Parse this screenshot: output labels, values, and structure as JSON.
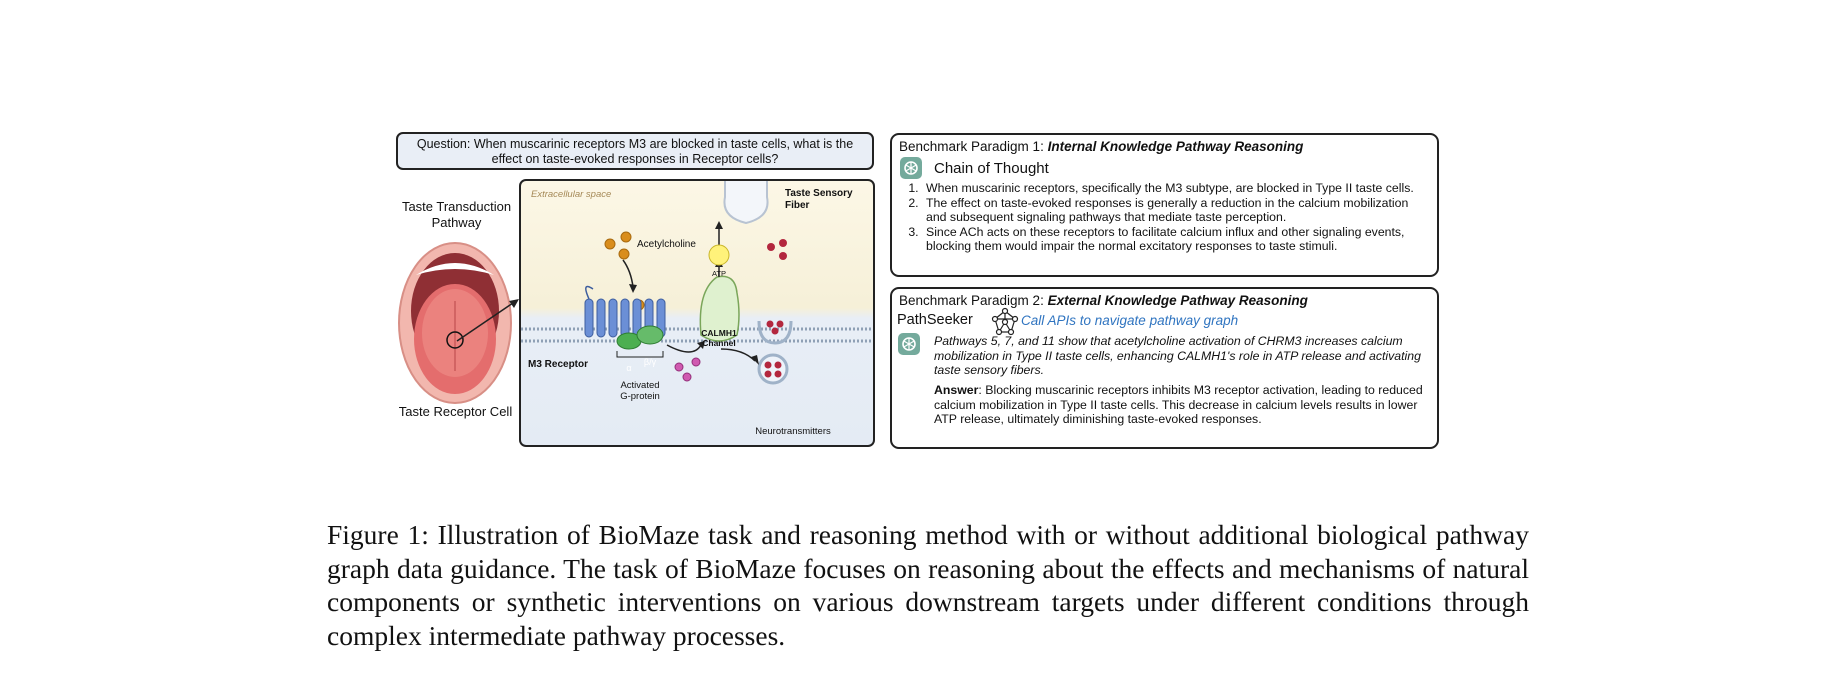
{
  "question": "Question: When muscarinic receptors M3 are blocked in taste cells, what is the effect on taste-evoked responses in Receptor cells?",
  "left_labels": {
    "pathway": "Taste Transduction Pathway",
    "cell": "Taste Receptor Cell"
  },
  "illustration": {
    "extracellular": "Extracellular space",
    "acetylcholine": "Acetylcholine",
    "fiber": "Taste Sensory Fiber",
    "atp": "ATP",
    "channel": "CALMH1 Channel",
    "receptor": "M3 Receptor",
    "alpha": "α",
    "beta": "β/γ",
    "gprotein": "Activated G-protein",
    "neuro": "Neurotransmitters"
  },
  "paradigm1": {
    "prefix": "Benchmark Paradigm 1: ",
    "title": "Internal Knowledge Pathway Reasoning",
    "cot": "Chain of Thought",
    "steps": [
      "When muscarinic receptors, specifically the M3 subtype, are blocked in Type II taste cells.",
      "The effect on taste-evoked responses is generally a reduction in the calcium mobilization and subsequent signaling pathways that mediate taste perception.",
      "Since ACh acts on these receptors to facilitate calcium influx and other signaling events, blocking them would impair the normal excitatory responses to taste stimuli."
    ]
  },
  "paradigm2": {
    "prefix": "Benchmark Paradigm 2: ",
    "title": "External Knowledge Pathway Reasoning",
    "pathseeker": "PathSeeker",
    "call": "Call APIs to navigate pathway graph",
    "reasoning": "Pathways 5, 7, and 11 show that acetylcholine activation of CHRM3 increases calcium mobilization in Type II taste cells, enhancing CALMH1's role in ATP release and activating taste sensory fibers.",
    "answer_label": "Answer",
    "answer": ": Blocking muscarinic receptors inhibits M3 receptor activation, leading to reduced calcium mobilization in Type II taste cells. This decrease in calcium levels results in lower ATP release, ultimately diminishing taste-evoked responses."
  },
  "caption": "Figure 1: Illustration of BioMaze task and reasoning method with or without additional biological pathway graph data guidance.  The task of BioMaze focuses on reasoning about the effects and mechanisms of natural components or synthetic interventions on various downstream targets under different conditions through complex intermediate pathway processes.",
  "colors": {
    "question_bg": "#e9eef6",
    "link_blue": "#2f74c0",
    "gpt_green": "#74aa9c",
    "receptor_blue": "#5b7fc4",
    "gprotein_green": "#4caf50"
  }
}
